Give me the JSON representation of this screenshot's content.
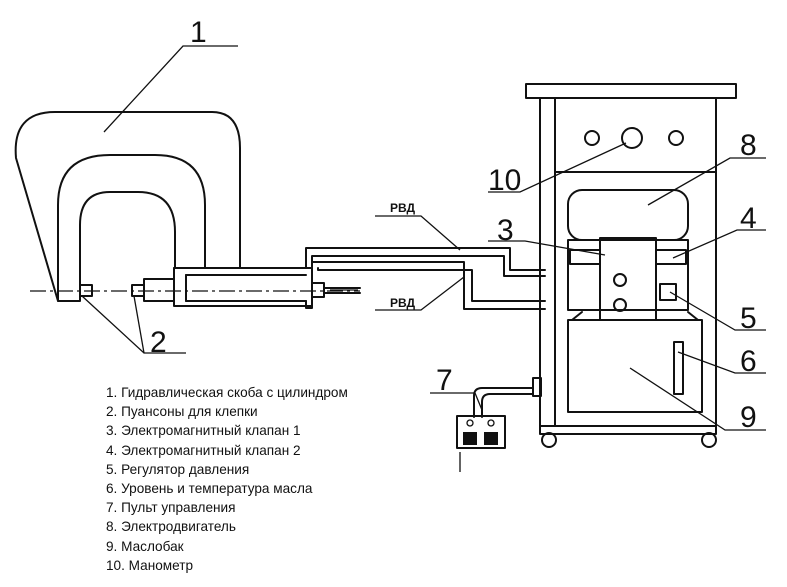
{
  "callouts": {
    "c1": "1",
    "c2": "2",
    "c3": "3",
    "c4": "4",
    "c5": "5",
    "c6": "6",
    "c7": "7",
    "c8": "8",
    "c9": "9",
    "c10": "10"
  },
  "hose_labels": {
    "upper": "РВД",
    "lower": "РВД"
  },
  "legend": [
    "1. Гидравлическая скоба с цилиндром",
    "2. Пуансоны для клепки",
    "3. Электромагнитный клапан 1",
    "4. Электромагнитный клапан 2",
    "5. Регулятор давления",
    "6. Уровень и температура масла",
    "7. Пульт управления",
    "8. Электродвигатель",
    "9. Маслобак",
    "10. Манометр"
  ]
}
